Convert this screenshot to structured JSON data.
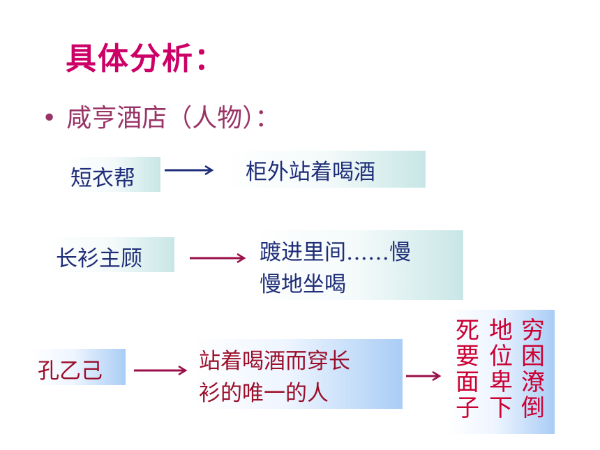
{
  "title": "具体分析：",
  "bullet": {
    "marker": "•",
    "text": "咸亨酒店（人物）："
  },
  "rows": [
    {
      "left": "短衣帮",
      "right": "柜外站着喝酒"
    },
    {
      "left": "长衫主顾",
      "right_line1": "踱进里间……慢",
      "right_line2": "慢地坐喝"
    },
    {
      "left": "孔乙己",
      "right_line1": "站着喝酒而穿长",
      "right_line2": "衫的唯一的人"
    }
  ],
  "result_columns": [
    {
      "chars": [
        "死",
        "要",
        "面",
        "子"
      ]
    },
    {
      "chars": [
        "地",
        "位",
        "卑",
        "下"
      ]
    },
    {
      "chars": [
        "穷",
        "困",
        "潦",
        "倒"
      ]
    }
  ],
  "colors": {
    "title": "#cc0066",
    "bullet": "#993366",
    "navy_text": "#1f2e78",
    "red_text": "#9a0f2a",
    "arrow_navy": "#1f2e78",
    "arrow_red": "#9a0f4a"
  }
}
